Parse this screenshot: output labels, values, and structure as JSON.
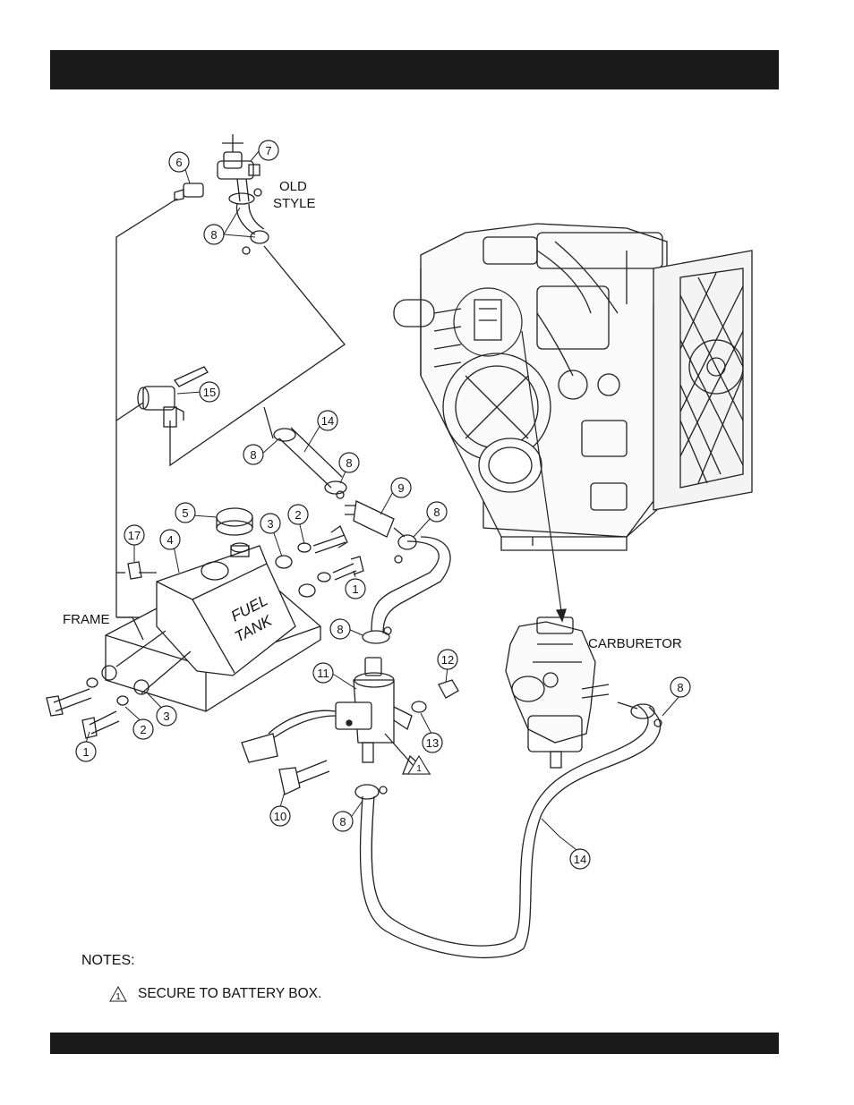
{
  "labels": {
    "old_style_1": "OLD",
    "old_style_2": "STYLE",
    "frame": "FRAME",
    "carburetor": "CARBURETOR",
    "fuel_1": "FUEL",
    "fuel_2": "TANK"
  },
  "callouts": {
    "c6": "6",
    "c7": "7",
    "c8a": "8",
    "c15": "15",
    "c14a": "14",
    "c8b": "8",
    "c8c": "8",
    "c9": "9",
    "c8d": "8",
    "c5": "5",
    "c4": "4",
    "c3a": "3",
    "c2a": "2",
    "c17": "17",
    "c1a": "1",
    "c8e": "8",
    "c11": "11",
    "c12": "12",
    "c13": "13",
    "c1b": "1",
    "c2b": "2",
    "c3b": "3",
    "c10": "10",
    "c8f": "8",
    "c14b": "14",
    "c8g": "8"
  },
  "note_marker": "1",
  "notes": {
    "title": "NOTES:",
    "item_1": "SECURE TO BATTERY BOX."
  }
}
